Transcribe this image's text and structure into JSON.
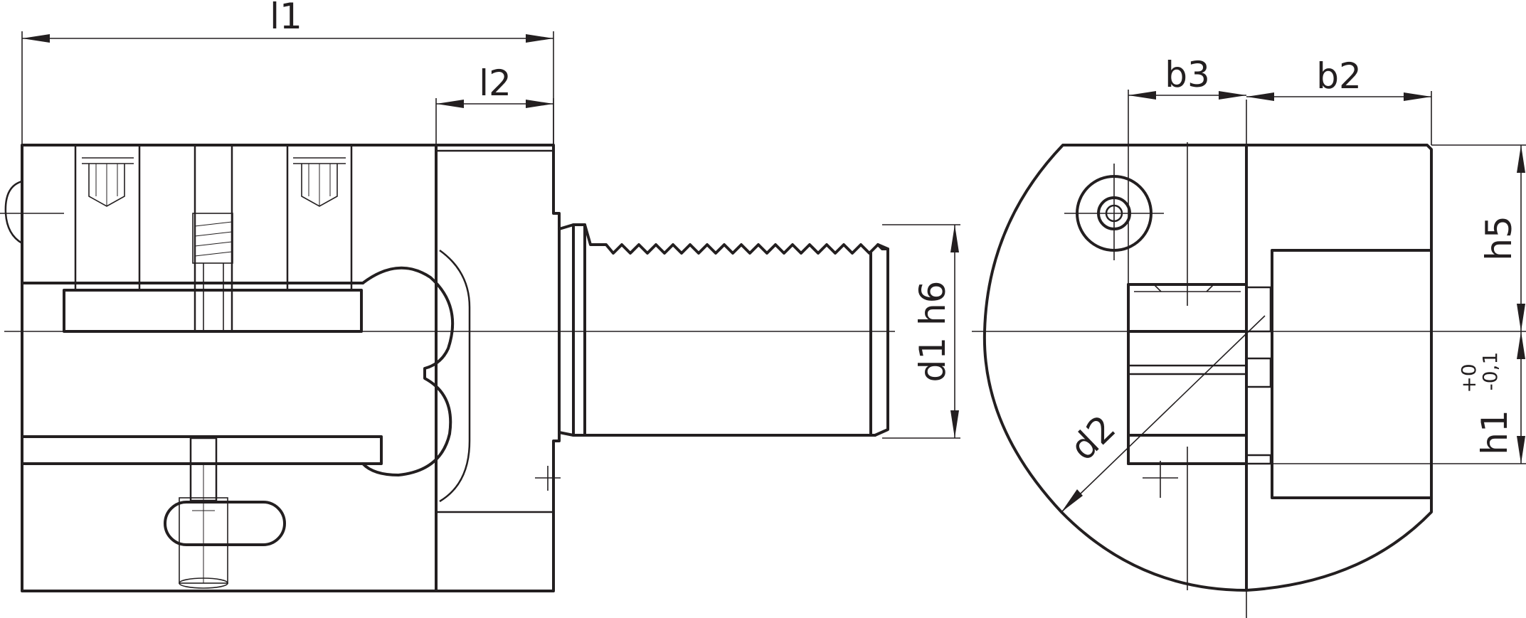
{
  "labels": {
    "l1": "l1",
    "l2": "l2",
    "b3": "b3",
    "b2": "b2",
    "h5": "h5",
    "d1h6": "d1 h6",
    "d2": "d2",
    "h1": "h1",
    "h1_upper_tol": "+0",
    "h1_lower_tol": "-0,1"
  },
  "colors": {
    "line": "#231f20",
    "background": "#ffffff"
  }
}
